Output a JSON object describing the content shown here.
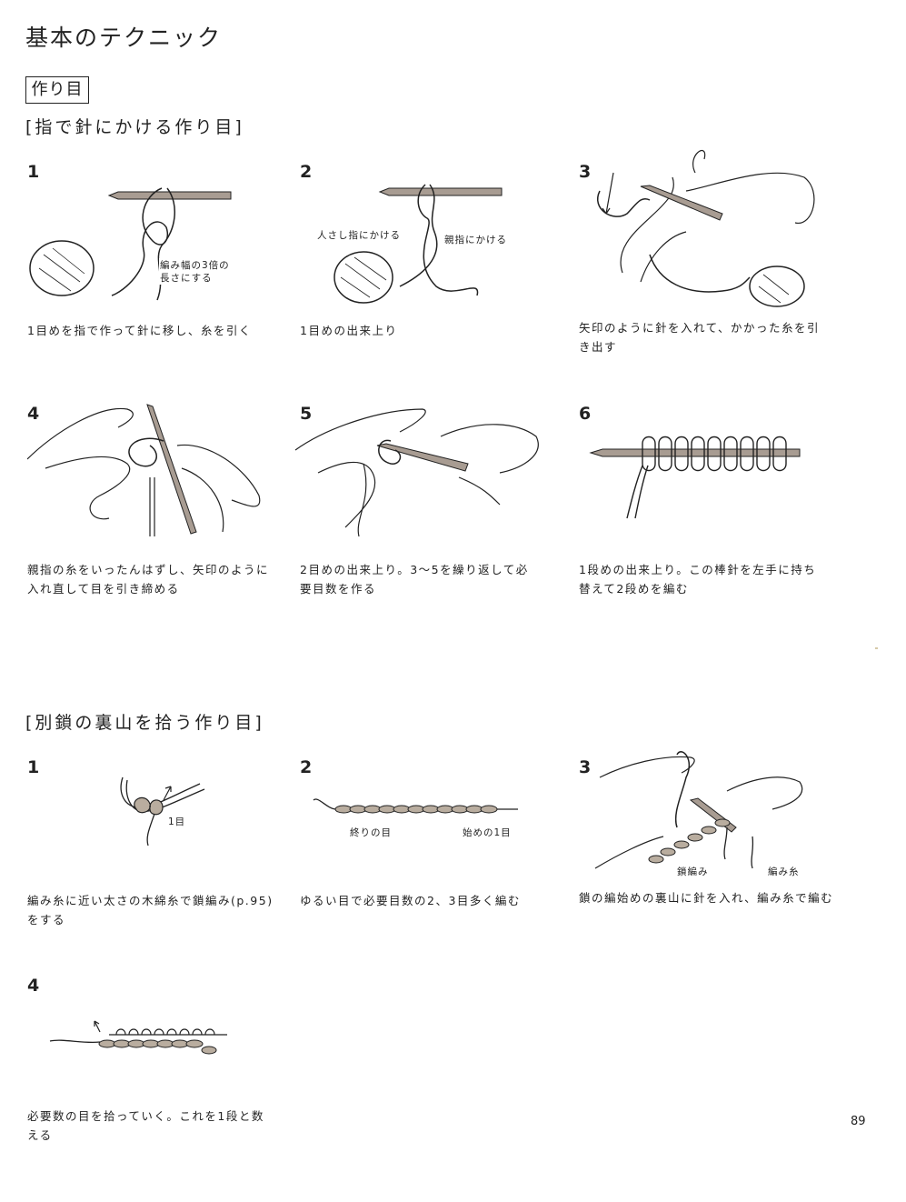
{
  "page": {
    "title": "基本のテクニック",
    "section_label": "作り目",
    "page_number": "89"
  },
  "method1": {
    "heading": "[指で針にかける作り目]",
    "steps": [
      {
        "num": "1",
        "caption_lines": [
          "1目めを指で作って針に移し、糸を引く"
        ],
        "labels": [
          "編み幅の3倍の",
          "長さにする"
        ]
      },
      {
        "num": "2",
        "caption_lines": [
          "1目めの出来上り"
        ],
        "labels": [
          "人さし指にかける",
          "親指にかける"
        ]
      },
      {
        "num": "3",
        "caption_lines": [
          "矢印のように針を入れて、かかった糸を引",
          "き出す"
        ],
        "labels": []
      },
      {
        "num": "4",
        "caption_lines": [
          "親指の糸をいったんはずし、矢印のように",
          "入れ直して目を引き締める"
        ],
        "labels": []
      },
      {
        "num": "5",
        "caption_lines": [
          "2目めの出来上り。3〜5を繰り返して必",
          "要目数を作る"
        ],
        "labels": []
      },
      {
        "num": "6",
        "caption_lines": [
          "1段めの出来上り。この棒針を左手に持ち",
          "替えて2段めを編む"
        ],
        "labels": []
      }
    ]
  },
  "method2": {
    "heading": "[別鎖の裏山を拾う作り目]",
    "steps": [
      {
        "num": "1",
        "caption_lines": [
          "編み糸に近い太さの木綿糸で鎖編み(p.95)",
          "をする"
        ],
        "labels": [
          "1目"
        ]
      },
      {
        "num": "2",
        "caption_lines": [
          "ゆるい目で必要目数の2、3目多く編む"
        ],
        "labels": [
          "終りの目",
          "始めの1目"
        ]
      },
      {
        "num": "3",
        "caption_lines": [
          "鎖の編始めの裏山に針を入れ、編み糸で編む"
        ],
        "labels": [
          "鎖編み",
          "編み糸"
        ]
      },
      {
        "num": "4",
        "caption_lines": [
          "必要数の目を拾っていく。これを1段と数",
          "える"
        ],
        "labels": []
      }
    ]
  },
  "colors": {
    "needle": "#a89c92",
    "ink": "#222222",
    "chain": "#b9ad9f"
  }
}
